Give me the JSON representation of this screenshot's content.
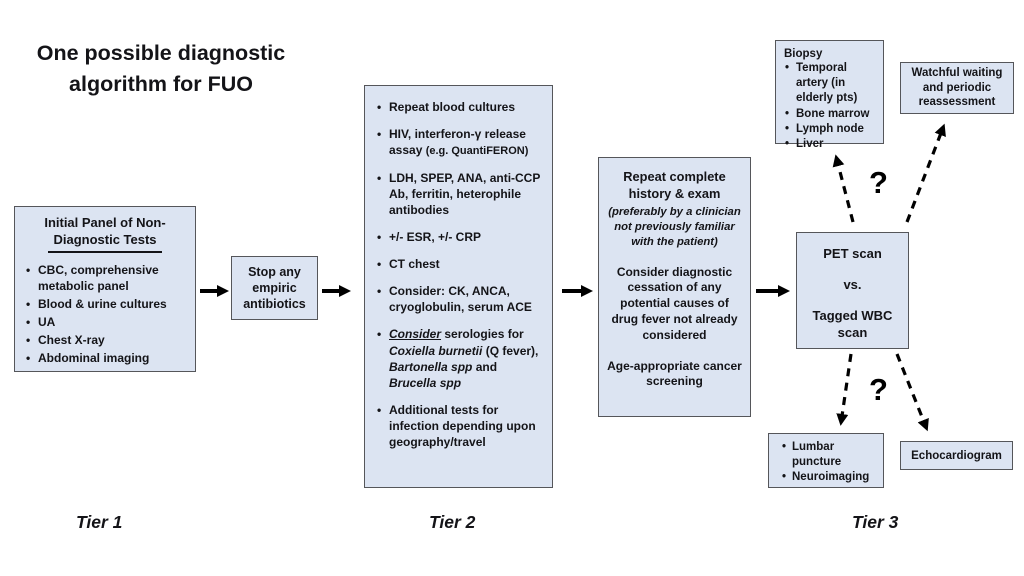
{
  "title": "One possible diagnostic algorithm for FUO",
  "colors": {
    "box_fill": "#dce4f2",
    "box_border": "#55565a",
    "text": "#141418",
    "arrow": "#000000"
  },
  "tier_labels": [
    "Tier 1",
    "Tier 2",
    "Tier 3"
  ],
  "question_mark_top": "?",
  "question_mark_bottom": "?",
  "boxes": {
    "initial_panel": {
      "title_line1": "Initial Panel of Non-",
      "title_line2": "Diagnostic Tests",
      "bullets": [
        "CBC, comprehensive metabolic panel",
        "Blood & urine cultures",
        "UA",
        "Chest X-ray",
        "Abdominal imaging"
      ]
    },
    "stop_antibiotics": {
      "text": "Stop any empiric antibiotics"
    },
    "tier2_tests": {
      "bullets": [
        "Repeat blood cultures",
        "HIV, interferon-γ release assay <span class=\"sm\">(e.g. QuantiFERON)</span>",
        "LDH, SPEP, ANA, anti-CCP Ab, ferritin, heterophile antibodies",
        "+/- ESR, +/- CRP",
        "CT chest",
        "Consider: CK, ANCA, cryoglobulin, serum ACE",
        "<u><i>Consider</i></u> serologies for <i>Coxiella burnetii</i> (Q fever), <i>Bartonella spp</i> and <i>Brucella spp</i>",
        "Additional tests for infection depending upon geography/travel"
      ]
    },
    "repeat_history": {
      "heading": "Repeat complete history & exam",
      "subnote": "(preferably by a clinician not previously familiar with the patient)",
      "para2": "Consider diagnostic cessation of any potential causes of drug fever not already considered",
      "para3": "Age-appropriate cancer screening"
    },
    "pet_scan": {
      "line1": "PET scan",
      "line2": "vs.",
      "line3": "Tagged WBC scan"
    },
    "biopsy": {
      "heading": "Biopsy",
      "bullets": [
        "Temporal artery (in elderly pts)",
        "Bone marrow",
        "Lymph node",
        "Liver"
      ]
    },
    "watchful_waiting": {
      "text": "Watchful waiting and periodic reassessment"
    },
    "lumbar": {
      "bullets": [
        "Lumbar puncture",
        "Neuroimaging"
      ]
    },
    "echocardiogram": {
      "text": "Echocardiogram"
    }
  }
}
